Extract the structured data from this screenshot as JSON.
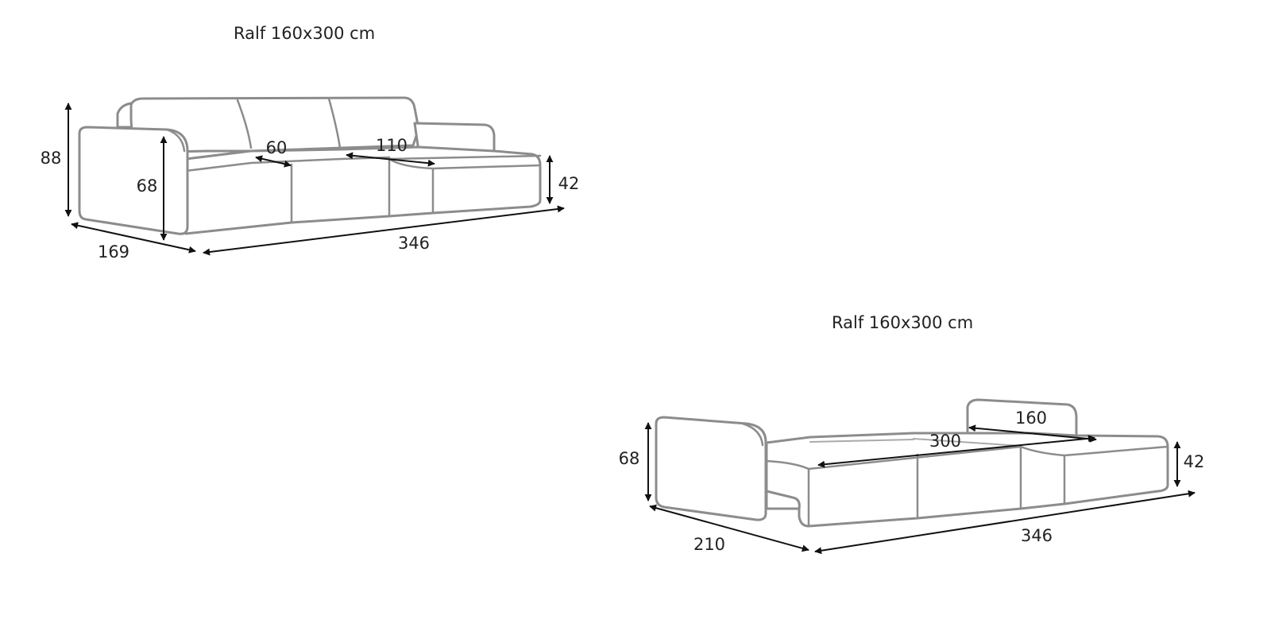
{
  "diagram_1": {
    "caption": "Ralf 160x300 cm",
    "dims": {
      "height_total": "88",
      "armrest_height": "68",
      "seat_depth": "60",
      "chaise_width": "110",
      "seat_height": "42",
      "depth": "169",
      "length": "346"
    }
  },
  "diagram_2": {
    "caption": "Ralf 160x300 cm",
    "dims": {
      "armrest_height": "68",
      "sleep_width": "160",
      "sleep_length": "300",
      "seat_height": "42",
      "depth_open": "210",
      "length": "346"
    }
  },
  "colors": {
    "outline": "#8c8c8c",
    "arrows": "#111111",
    "text": "#222222"
  }
}
